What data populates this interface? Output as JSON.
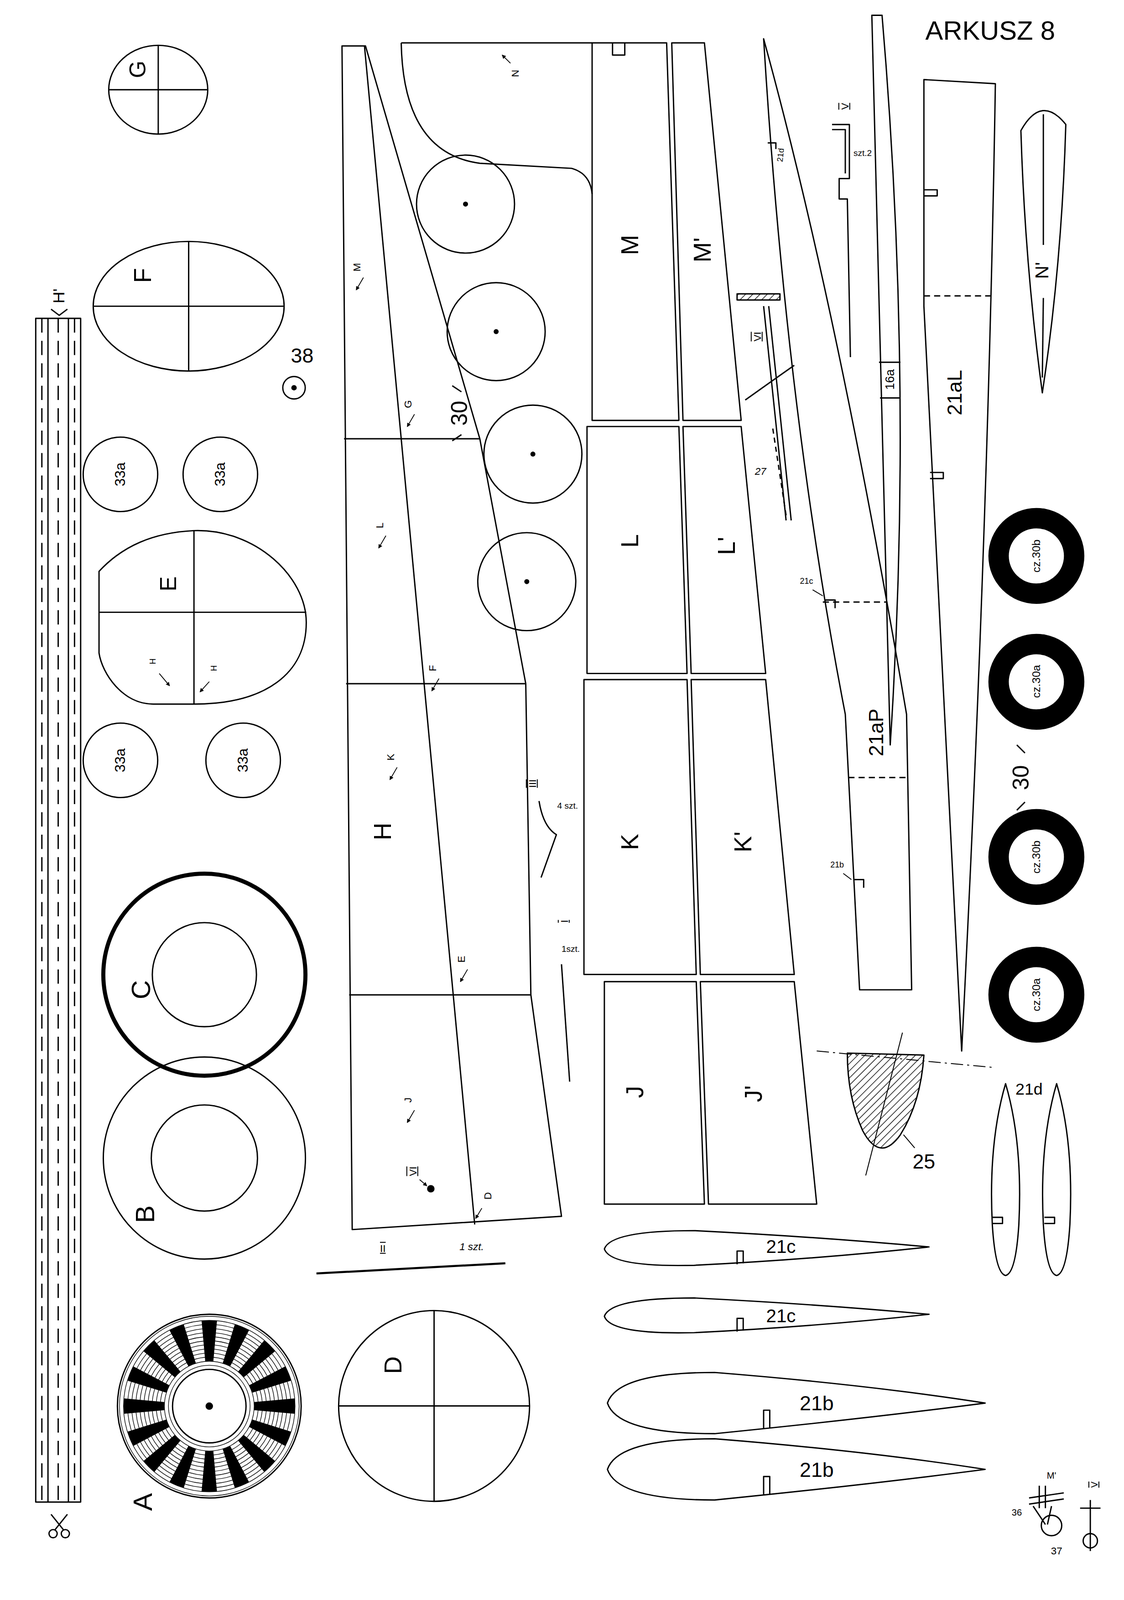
{
  "diagram": {
    "title": "ARKUSZ 8",
    "nodes": [
      {
        "text": [
          "G"
        ]
      },
      {
        "text": [
          "F"
        ]
      },
      {
        "text": [
          "33a"
        ]
      },
      {
        "text": [
          "33a"
        ]
      },
      {
        "text": [
          "E"
        ]
      },
      {
        "text": [
          "33a"
        ]
      },
      {
        "text": [
          "33a"
        ]
      },
      {
        "text": [
          "C"
        ]
      },
      {
        "text": [
          "B"
        ]
      },
      {
        "text": [
          "A"
        ]
      },
      {
        "text": [
          "D"
        ]
      },
      {
        "text": [
          "H"
        ]
      },
      {
        "text": [
          "M"
        ]
      },
      {
        "text": [
          "M'"
        ]
      },
      {
        "text": [
          "L"
        ]
      },
      {
        "text": [
          "L'"
        ]
      },
      {
        "text": [
          "K"
        ]
      },
      {
        "text": [
          "K'"
        ]
      },
      {
        "text": [
          "J"
        ]
      },
      {
        "text": [
          "J'"
        ]
      },
      {
        "text": [
          "16a"
        ]
      },
      {
        "text": [
          "21aL"
        ]
      },
      {
        "text": [
          "N'"
        ]
      },
      {
        "text": [
          "21aP"
        ]
      },
      {
        "text": [
          "cz.30b"
        ]
      },
      {
        "text": [
          "cz.30a"
        ]
      },
      {
        "text": [
          "cz.30b"
        ]
      },
      {
        "text": [
          "cz.30a"
        ]
      },
      {
        "text": [
          "21c"
        ]
      },
      {
        "text": [
          "21c"
        ]
      },
      {
        "text": [
          "21b"
        ]
      },
      {
        "text": [
          "21b"
        ]
      }
    ],
    "labels": [
      "H'",
      "38",
      "30",
      "N",
      "M",
      "G",
      "L",
      "F",
      "K",
      "E",
      "J",
      "D",
      "H",
      "H",
      "VI",
      "III",
      "4 szt.",
      "I",
      "1szt.",
      "II",
      "1 szt.",
      "V",
      "szt.2",
      "VI",
      "27",
      "21d",
      "21c",
      "21b",
      "30",
      "25",
      "21d",
      "M'",
      "36",
      "37",
      "V"
    ]
  }
}
